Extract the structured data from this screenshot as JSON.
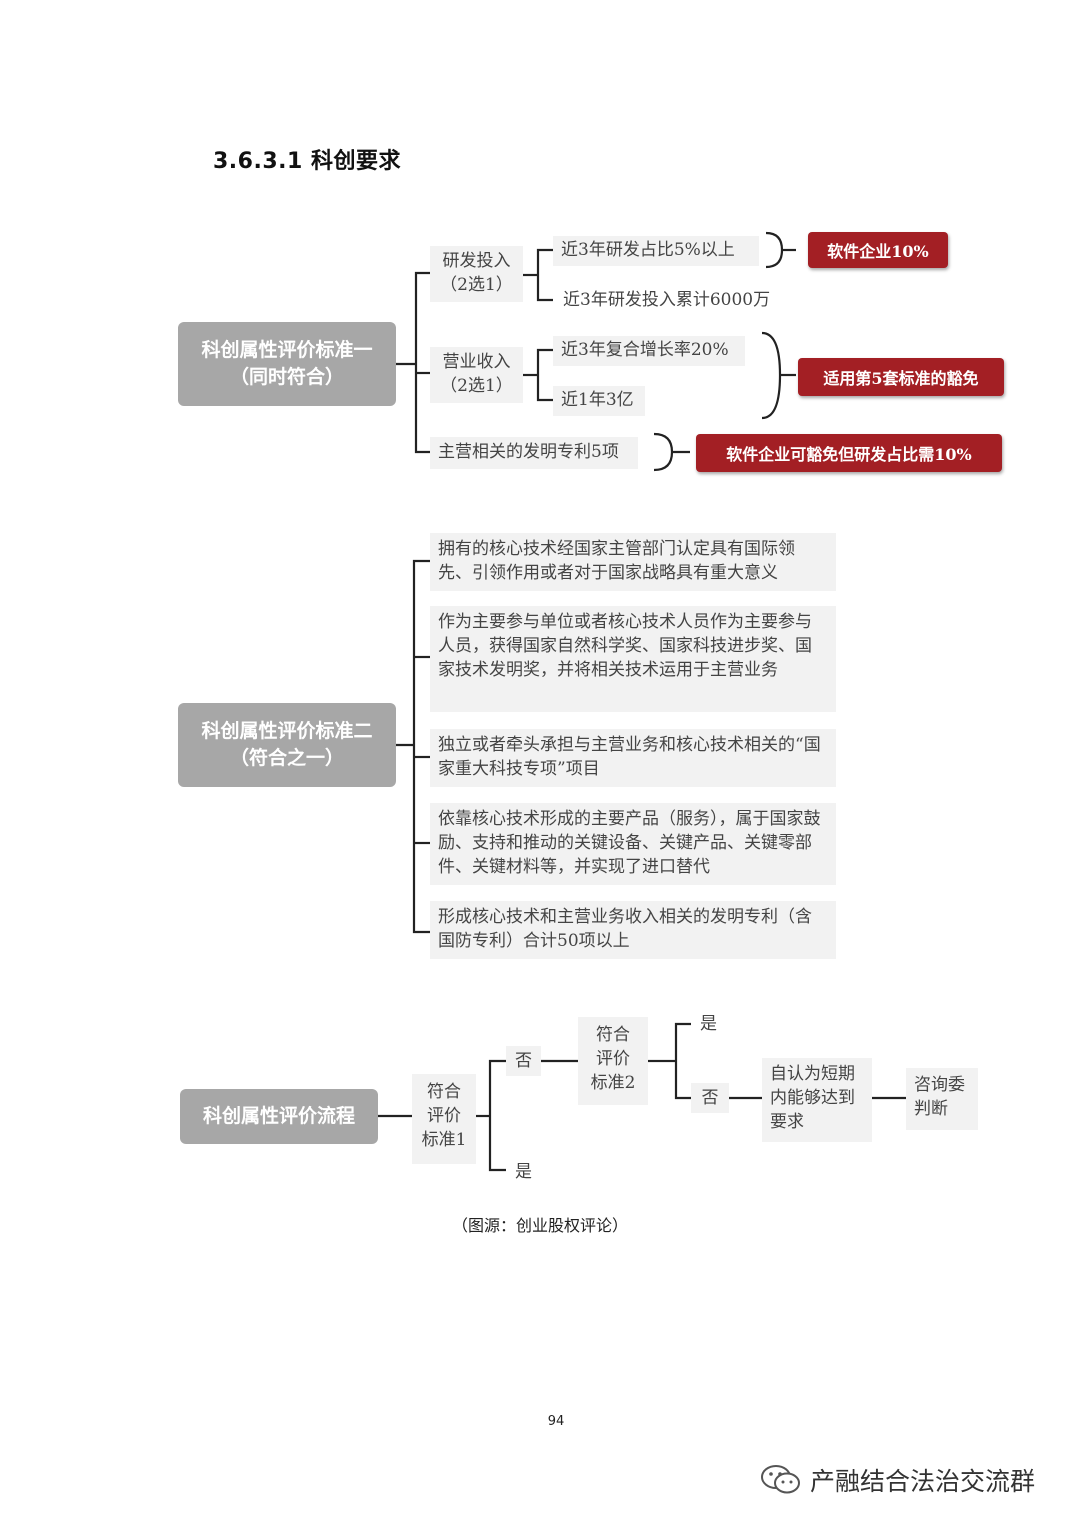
{
  "heading": "3.6.3.1  科创要求",
  "standard1": {
    "root": [
      "科创属性评价标准一",
      "（同时符合）"
    ],
    "branches": [
      {
        "label": [
          "研发投入",
          "（2选1）"
        ],
        "items": [
          "近3年研发占比5%以上",
          "近3年研发投入累计6000万"
        ]
      },
      {
        "label": [
          "营业收入",
          "（2选1）"
        ],
        "items": [
          "近3年复合增长率20%",
          "近1年3亿"
        ]
      },
      {
        "label": [
          "主营相关的发明专利5项"
        ],
        "items": []
      }
    ],
    "notes": [
      "软件企业10%",
      "适用第5套标准的豁免",
      "软件企业可豁免但研发占比需10%"
    ]
  },
  "standard2": {
    "root": [
      "科创属性评价标准二",
      "（符合之一）"
    ],
    "items": [
      "拥有的核心技术经国家主管部门认定具有国际领先、引领作用或者对于国家战略具有重大意义",
      "作为主要参与单位或者核心技术人员作为主要参与人员，获得国家自然科学奖、国家科技进步奖、国家技术发明奖，并将相关技术运用于主营业务",
      "独立或者牵头承担与主营业务和核心技术相关的“国家重大科技专项”项目",
      "依靠核心技术形成的主要产品（服务），属于国家鼓励、支持和推动的关键设备、关键产品、关键零部件、关键材料等，并实现了进口替代",
      "形成核心技术和主营业务收入相关的发明专利（含国防专利）合计50项以上"
    ]
  },
  "flow": {
    "root": "科创属性评价流程",
    "node1": [
      "符合",
      "评价",
      "标准1"
    ],
    "node1_no": "否",
    "node1_yes": "是",
    "node2": [
      "符合",
      "评价",
      "标准2"
    ],
    "node2_yes": "是",
    "node2_no": "否",
    "node3": [
      "自认为短期",
      "内能够达到",
      "要求"
    ],
    "node4": [
      "咨询委",
      "判断"
    ]
  },
  "caption": "（图源：创业股权评论）",
  "page_number": "94",
  "watermark": "产融结合法治交流群",
  "colors": {
    "root_gray": "#a7a7a7",
    "box_gray": "#f2f2f2",
    "note_red": "#a31f24"
  }
}
